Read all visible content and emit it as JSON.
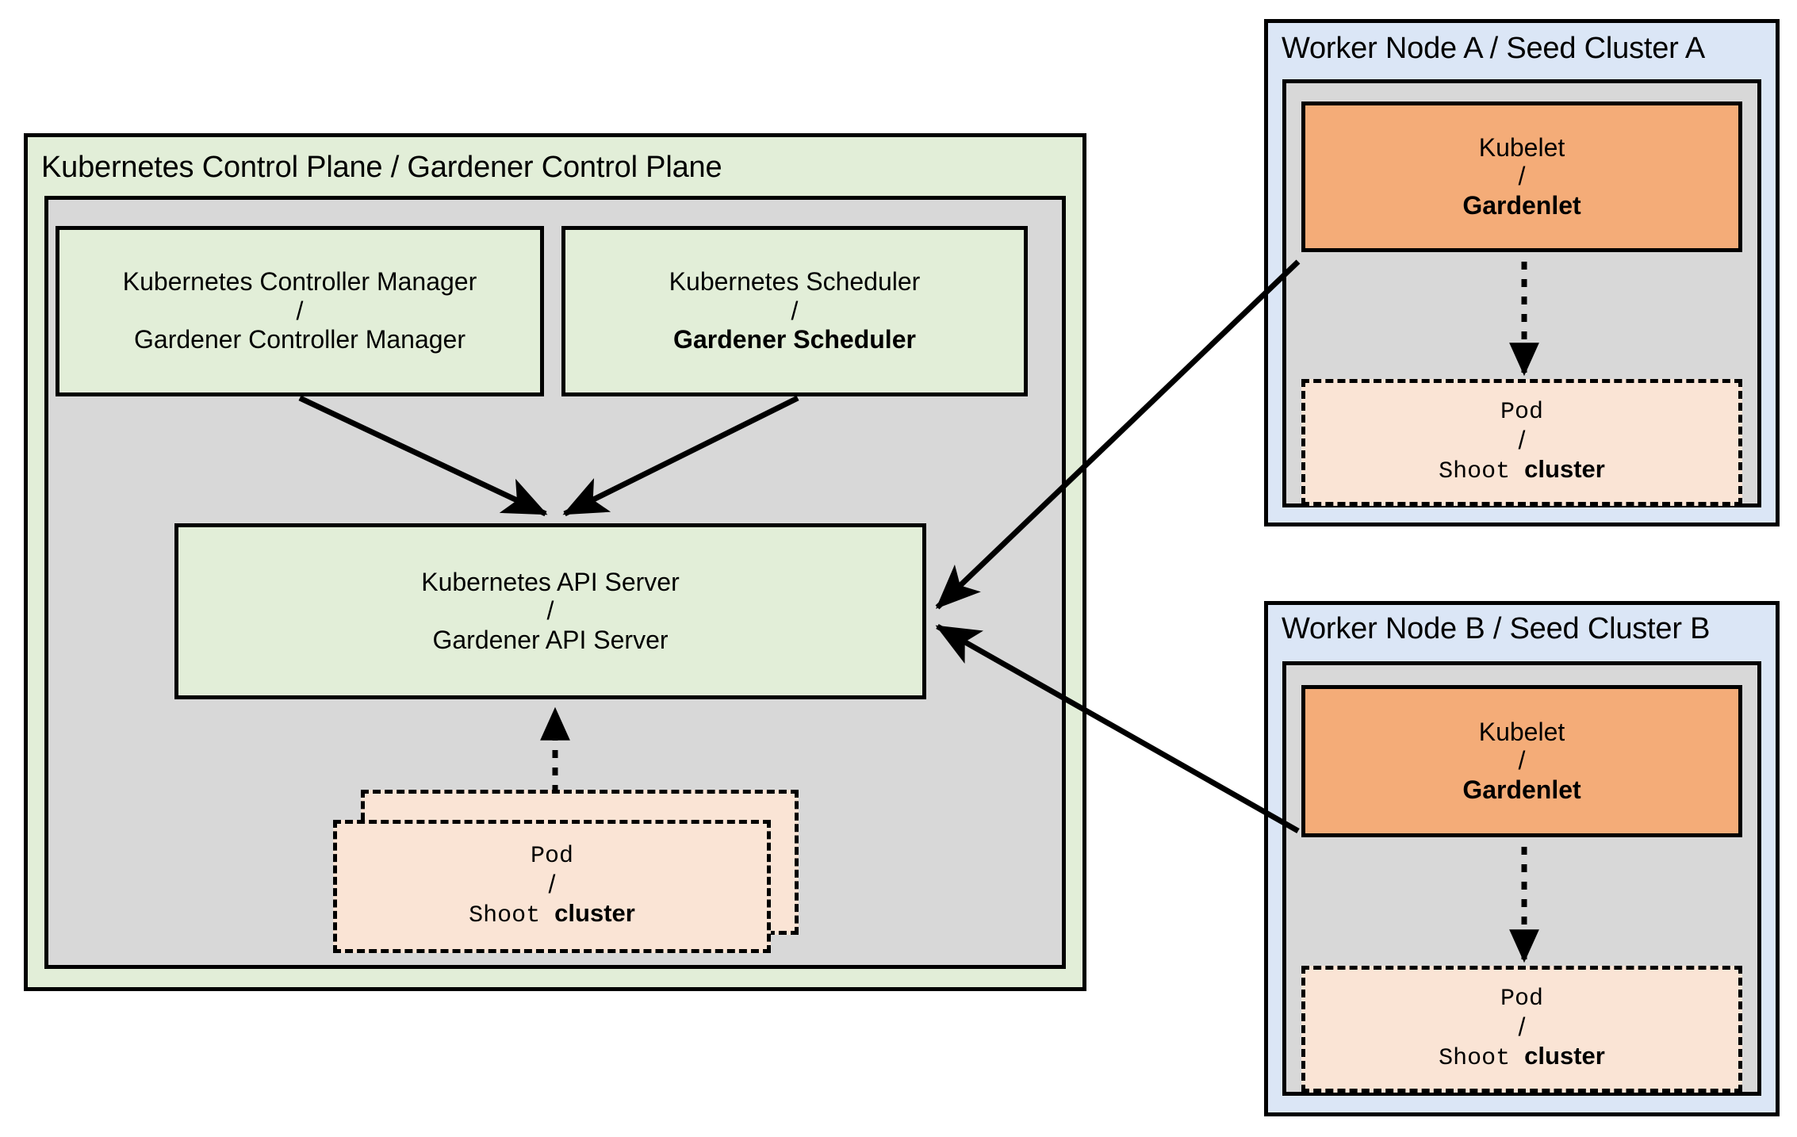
{
  "diagram": {
    "title_visible": false,
    "colors": {
      "control_plane_fill": "#e2eed8",
      "seed_panel_fill": "#dbe6f6",
      "inner_region_fill": "#d8d8d8",
      "component_fill": "#e2eed8",
      "kubelet_fill": "#f4ac78",
      "pod_fill": "#fae4d5",
      "stroke": "#000000"
    }
  },
  "control_plane": {
    "title": "Kubernetes Control Plane / Gardener Control Plane",
    "components": {
      "controller_manager": {
        "line1": "Kubernetes Controller Manager",
        "separator": "/",
        "line2": "Gardener Controller Manager",
        "line2_bold": false
      },
      "scheduler": {
        "line1": "Kubernetes Scheduler",
        "separator": "/",
        "line2": "Gardener Scheduler",
        "line2_bold": true
      },
      "api_server": {
        "line1": "Kubernetes API Server",
        "separator": "/",
        "line2": "Gardener API Server",
        "line2_bold": false
      },
      "pod": {
        "line1": "Pod",
        "separator": "/",
        "line2_mono": "Shoot ",
        "line2_bold": "cluster"
      }
    }
  },
  "seed_clusters": [
    {
      "title": "Worker Node A / Seed Cluster A",
      "kubelet": {
        "line1": "Kubelet",
        "separator": "/",
        "line2": "Gardenlet",
        "line2_bold": true
      },
      "pod": {
        "line1": "Pod",
        "separator": "/",
        "line2_mono": "Shoot ",
        "line2_bold": "cluster"
      }
    },
    {
      "title": "Worker Node B / Seed Cluster B",
      "kubelet": {
        "line1": "Kubelet",
        "separator": "/",
        "line2": "Gardenlet",
        "line2_bold": true
      },
      "pod": {
        "line1": "Pod",
        "separator": "/",
        "line2_mono": "Shoot ",
        "line2_bold": "cluster"
      }
    }
  ]
}
